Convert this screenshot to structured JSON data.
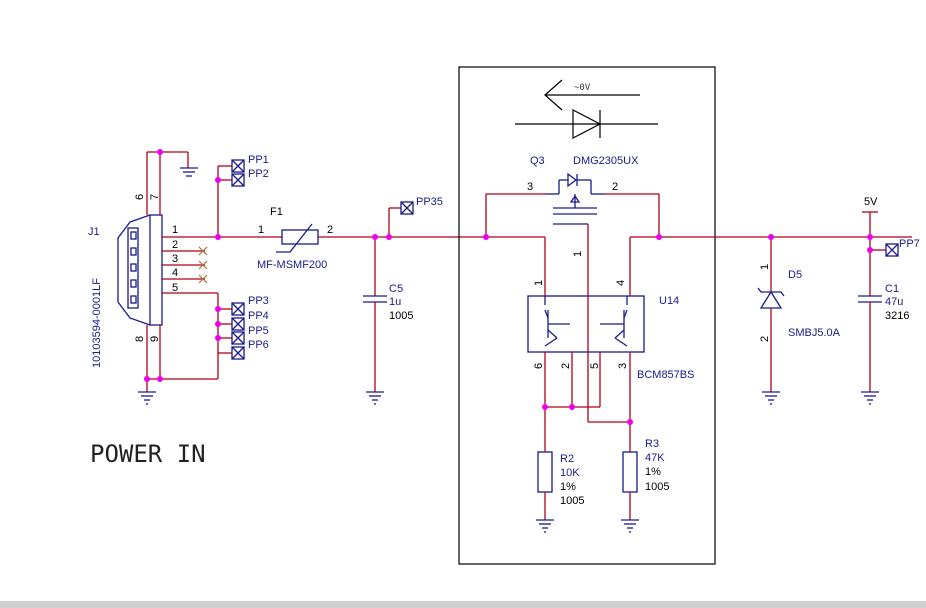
{
  "title": "POWER IN",
  "connector": {
    "ref": "J1",
    "part": "10103594-0001LF",
    "pins": [
      "1",
      "2",
      "3",
      "4",
      "5",
      "6",
      "7",
      "8",
      "9"
    ]
  },
  "fuse": {
    "ref": "F1",
    "part": "MF-MSMF200",
    "pin1": "1",
    "pin2": "2"
  },
  "c5": {
    "ref": "C5",
    "value": "1u",
    "package": "1005"
  },
  "c1": {
    "ref": "C1",
    "value": "47u",
    "package": "3216"
  },
  "q3": {
    "ref": "Q3",
    "part": "DMG2305UX",
    "pin1": "1",
    "pin2": "2",
    "pin3": "3"
  },
  "u14": {
    "ref": "U14",
    "part": "BCM857BS",
    "pins": [
      "1",
      "2",
      "3",
      "4",
      "5",
      "6"
    ]
  },
  "r2": {
    "ref": "R2",
    "value": "10K",
    "tol": "1%",
    "package": "1005"
  },
  "r3": {
    "ref": "R3",
    "value": "47K",
    "tol": "1%",
    "package": "1005"
  },
  "d5": {
    "ref": "D5",
    "part": "SMBJ5.0A",
    "pin1": "1",
    "pin2": "2"
  },
  "rail": "5V",
  "diode_annotation": "~0V",
  "test_points": [
    "PP1",
    "PP2",
    "PP3",
    "PP4",
    "PP5",
    "PP6",
    "PP35",
    "PP7"
  ]
}
